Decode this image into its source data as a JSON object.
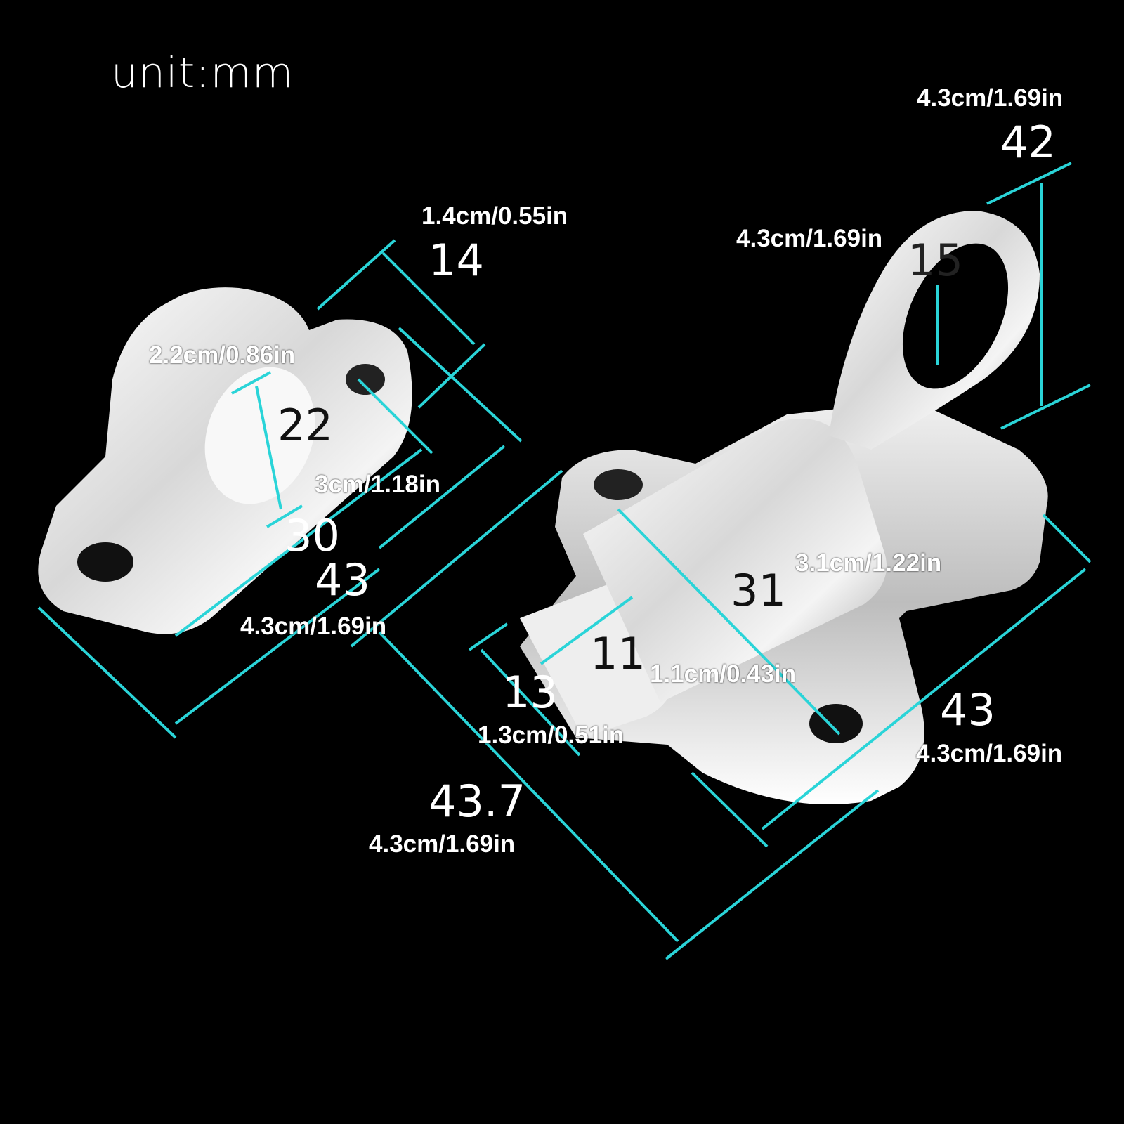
{
  "unit_label": "unit:mm",
  "accent_color": "#2ad4d8",
  "dimensions": {
    "keeper_depth": {
      "mm": "14",
      "imperial": "1.4cm/0.55in"
    },
    "keeper_height": {
      "mm": "22",
      "imperial": "2.2cm/0.86in"
    },
    "keeper_width": {
      "mm": "30",
      "imperial": "3cm/1.18in"
    },
    "keeper_length": {
      "mm": "43",
      "imperial": "4.3cm/1.69in"
    },
    "ring_total_height": {
      "mm": "42",
      "imperial": "4.3cm/1.69in"
    },
    "ring_inner": {
      "mm": "15",
      "imperial": "4.3cm/1.69in"
    },
    "barrel_length": {
      "mm": "31",
      "imperial": "3.1cm/1.22in"
    },
    "bolt_diameter": {
      "mm": "11",
      "imperial": "1.1cm/0.43in"
    },
    "bolt_extension": {
      "mm": "13",
      "imperial": "1.3cm/0.51in"
    },
    "base_width": {
      "mm": "43",
      "imperial": "4.3cm/1.69in"
    },
    "total_length": {
      "mm": "43.7",
      "imperial": "4.3cm/1.69in"
    }
  }
}
